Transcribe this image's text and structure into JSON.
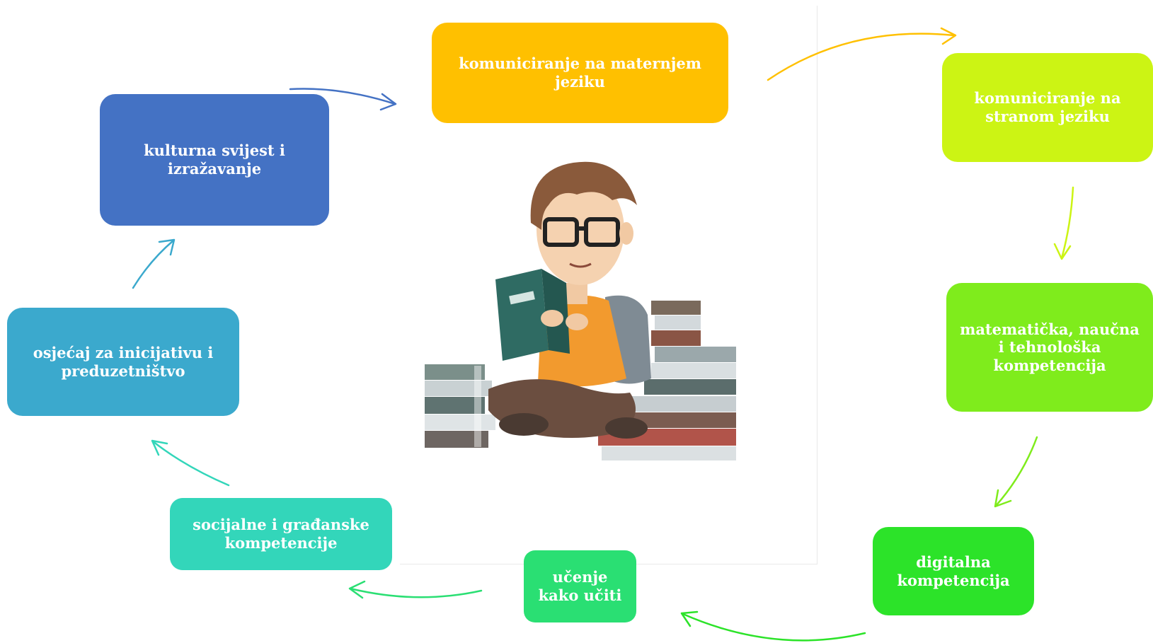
{
  "nodes": {
    "maternji": {
      "label": "komuniciranje na maternjem jeziku",
      "color": "#FFC000"
    },
    "strani": {
      "label": "komuniciranje na stranom jeziku",
      "color": "#CCF414"
    },
    "matematicka": {
      "label": "matematička, naučna i tehnološka kompetencija",
      "color": "#7FEC1C"
    },
    "digitalna": {
      "label": "digitalna kompetencija",
      "color": "#2CE329"
    },
    "ucenje": {
      "label": "učenje kako učiti",
      "color": "#2ADF73"
    },
    "socijalne": {
      "label": "socijalne i građanske kompetencije",
      "color": "#33D6BA"
    },
    "inicijativa": {
      "label": "osjećaj za inicijativu i preduzetništvo",
      "color": "#3BA9CD"
    },
    "kulturna": {
      "label": "kulturna svijest i izražavanje",
      "color": "#4472C4"
    }
  },
  "arrow_colors": {
    "maternji_to_strani": "#FFC000",
    "strani_to_matematicka": "#CCF414",
    "matematicka_to_digitalna": "#7FEC1C",
    "digitalna_to_ucenje": "#2CE329",
    "ucenje_to_socijalne": "#2ADF73",
    "socijalne_to_inicijativa": "#33D6BA",
    "inicijativa_to_kulturna": "#3BA9CD",
    "kulturna_to_maternji": "#4472C4"
  },
  "icons": {
    "center": "student-reading-book-illustration"
  }
}
